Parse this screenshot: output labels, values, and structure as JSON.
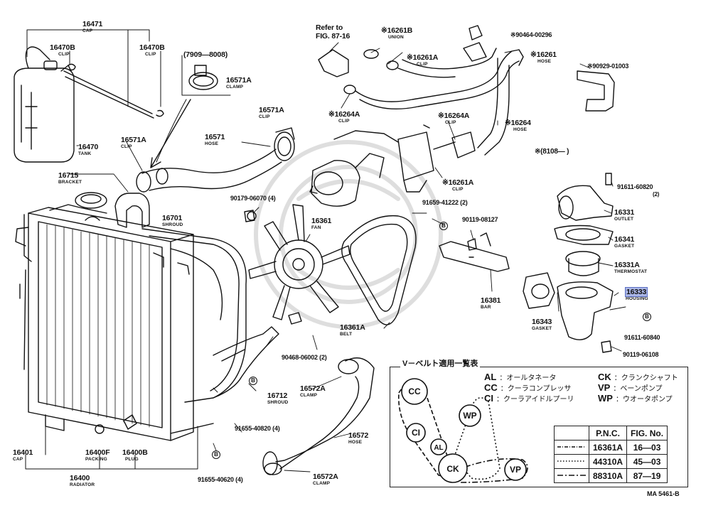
{
  "labels": {
    "p16471": {
      "pn": "16471",
      "nm": "CAP"
    },
    "p16470b_l": {
      "pn": "16470B",
      "nm": "CLIP"
    },
    "p16470b_r": {
      "pn": "16470B",
      "nm": "CLIP"
    },
    "p16470": {
      "pn": "16470",
      "nm": "TANK"
    },
    "p7909": {
      "pn": "(7909—8008)"
    },
    "p16571a_top": {
      "pn": "16571A",
      "nm": "CLAMP"
    },
    "p16571a_mid": {
      "pn": "16571A",
      "nm": "CLIP"
    },
    "p16571a_left": {
      "pn": "16571A",
      "nm": "CLIP"
    },
    "p16571": {
      "pn": "16571",
      "nm": "HOSE"
    },
    "p16715": {
      "pn": "16715",
      "nm": "BRACKET"
    },
    "p16701": {
      "pn": "16701",
      "nm": "SHROUD"
    },
    "p90179": {
      "pn": "90179-06070 (4)"
    },
    "p16361": {
      "pn": "16361",
      "nm": "FAN"
    },
    "pRefer": {
      "pn": "Refer to",
      "nm2": "FIG. 87-16"
    },
    "p16261b": {
      "pn": "※16261B",
      "nm": "UNION"
    },
    "p16261a_top": {
      "pn": "※16261A",
      "nm": "CLIP"
    },
    "p16264a_l": {
      "pn": "※16264A",
      "nm": "CLIP"
    },
    "p16264a_r": {
      "pn": "※16264A",
      "nm": "CLIP"
    },
    "p16261a_bot": {
      "pn": "※16261A",
      "nm": "CLIP"
    },
    "p90464": {
      "pn": "※90464-00296"
    },
    "p16261": {
      "pn": "※16261",
      "nm": "HOSE"
    },
    "p90929": {
      "pn": "※90929-01003"
    },
    "p16264": {
      "pn": "※16264",
      "nm": "HOSE"
    },
    "p8108": {
      "pn": "※(8108—      )"
    },
    "p91611_top": {
      "pn": "91611-60820",
      "nm2": "(2)"
    },
    "p16331": {
      "pn": "16331",
      "nm": "OUTLET"
    },
    "p16341": {
      "pn": "16341",
      "nm": "GASKET"
    },
    "p16331a": {
      "pn": "16331A",
      "nm": "THERMOSTAT"
    },
    "p16333": {
      "pn": "16333",
      "nm": "HOUSING"
    },
    "p16343": {
      "pn": "16343",
      "nm": "GASKET"
    },
    "p91611_bot": {
      "pn": "91611-60840"
    },
    "p90119_bot": {
      "pn": "90119-06108"
    },
    "p91659": {
      "pn": "91659-41222 (2)"
    },
    "p90119_top": {
      "pn": "90119-08127"
    },
    "p16381": {
      "pn": "16381",
      "nm": "BAR"
    },
    "p16361a": {
      "pn": "16361A",
      "nm": "BELT"
    },
    "p90468": {
      "pn": "90468-06002 (2)"
    },
    "p16712": {
      "pn": "16712",
      "nm": "SHROUD"
    },
    "p91655_a": {
      "pn": "91655-40820 (4)"
    },
    "p91655_b": {
      "pn": "91655-40620 (4)"
    },
    "p16572a_top": {
      "pn": "16572A",
      "nm": "CLAMP"
    },
    "p16572": {
      "pn": "16572",
      "nm": "HOSE"
    },
    "p16572a_bot": {
      "pn": "16572A",
      "nm": "CLAMP"
    },
    "p16401": {
      "pn": "16401",
      "nm": "CAP"
    },
    "p16400f": {
      "pn": "16400F",
      "nm": "PACKING"
    },
    "p16400b": {
      "pn": "16400B",
      "nm": "PLUG"
    },
    "p16400": {
      "pn": "16400",
      "nm": "RADIATOR"
    }
  },
  "markers": {
    "b": "B"
  },
  "legend": {
    "title": "V－ベルト適用一覧表",
    "rows": [
      {
        "code": "AL",
        "desc": "：オールタネータ"
      },
      {
        "code": "CC",
        "desc": "：クーラコンプレッサ"
      },
      {
        "code": "CI",
        "desc": "：クーラアイドルプーリ"
      },
      {
        "code": "CK",
        "desc": "：クランクシャフト"
      },
      {
        "code": "VP",
        "desc": "：ベーンポンプ"
      },
      {
        "code": "WP",
        "desc": "：ウオータポンプ"
      }
    ],
    "pulleys": {
      "cc": "CC",
      "ci": "CI",
      "al": "AL",
      "wp": "WP",
      "ck": "CK",
      "vp": "VP"
    },
    "table": {
      "headers": [
        "P.N.C.",
        "FIG. No."
      ],
      "rows": [
        {
          "pnc": "16361A",
          "fig": "16—03"
        },
        {
          "pnc": "44310A",
          "fig": "45—03"
        },
        {
          "pnc": "88310A",
          "fig": "87—19"
        }
      ]
    }
  },
  "ref_code": "MA 5461-B"
}
